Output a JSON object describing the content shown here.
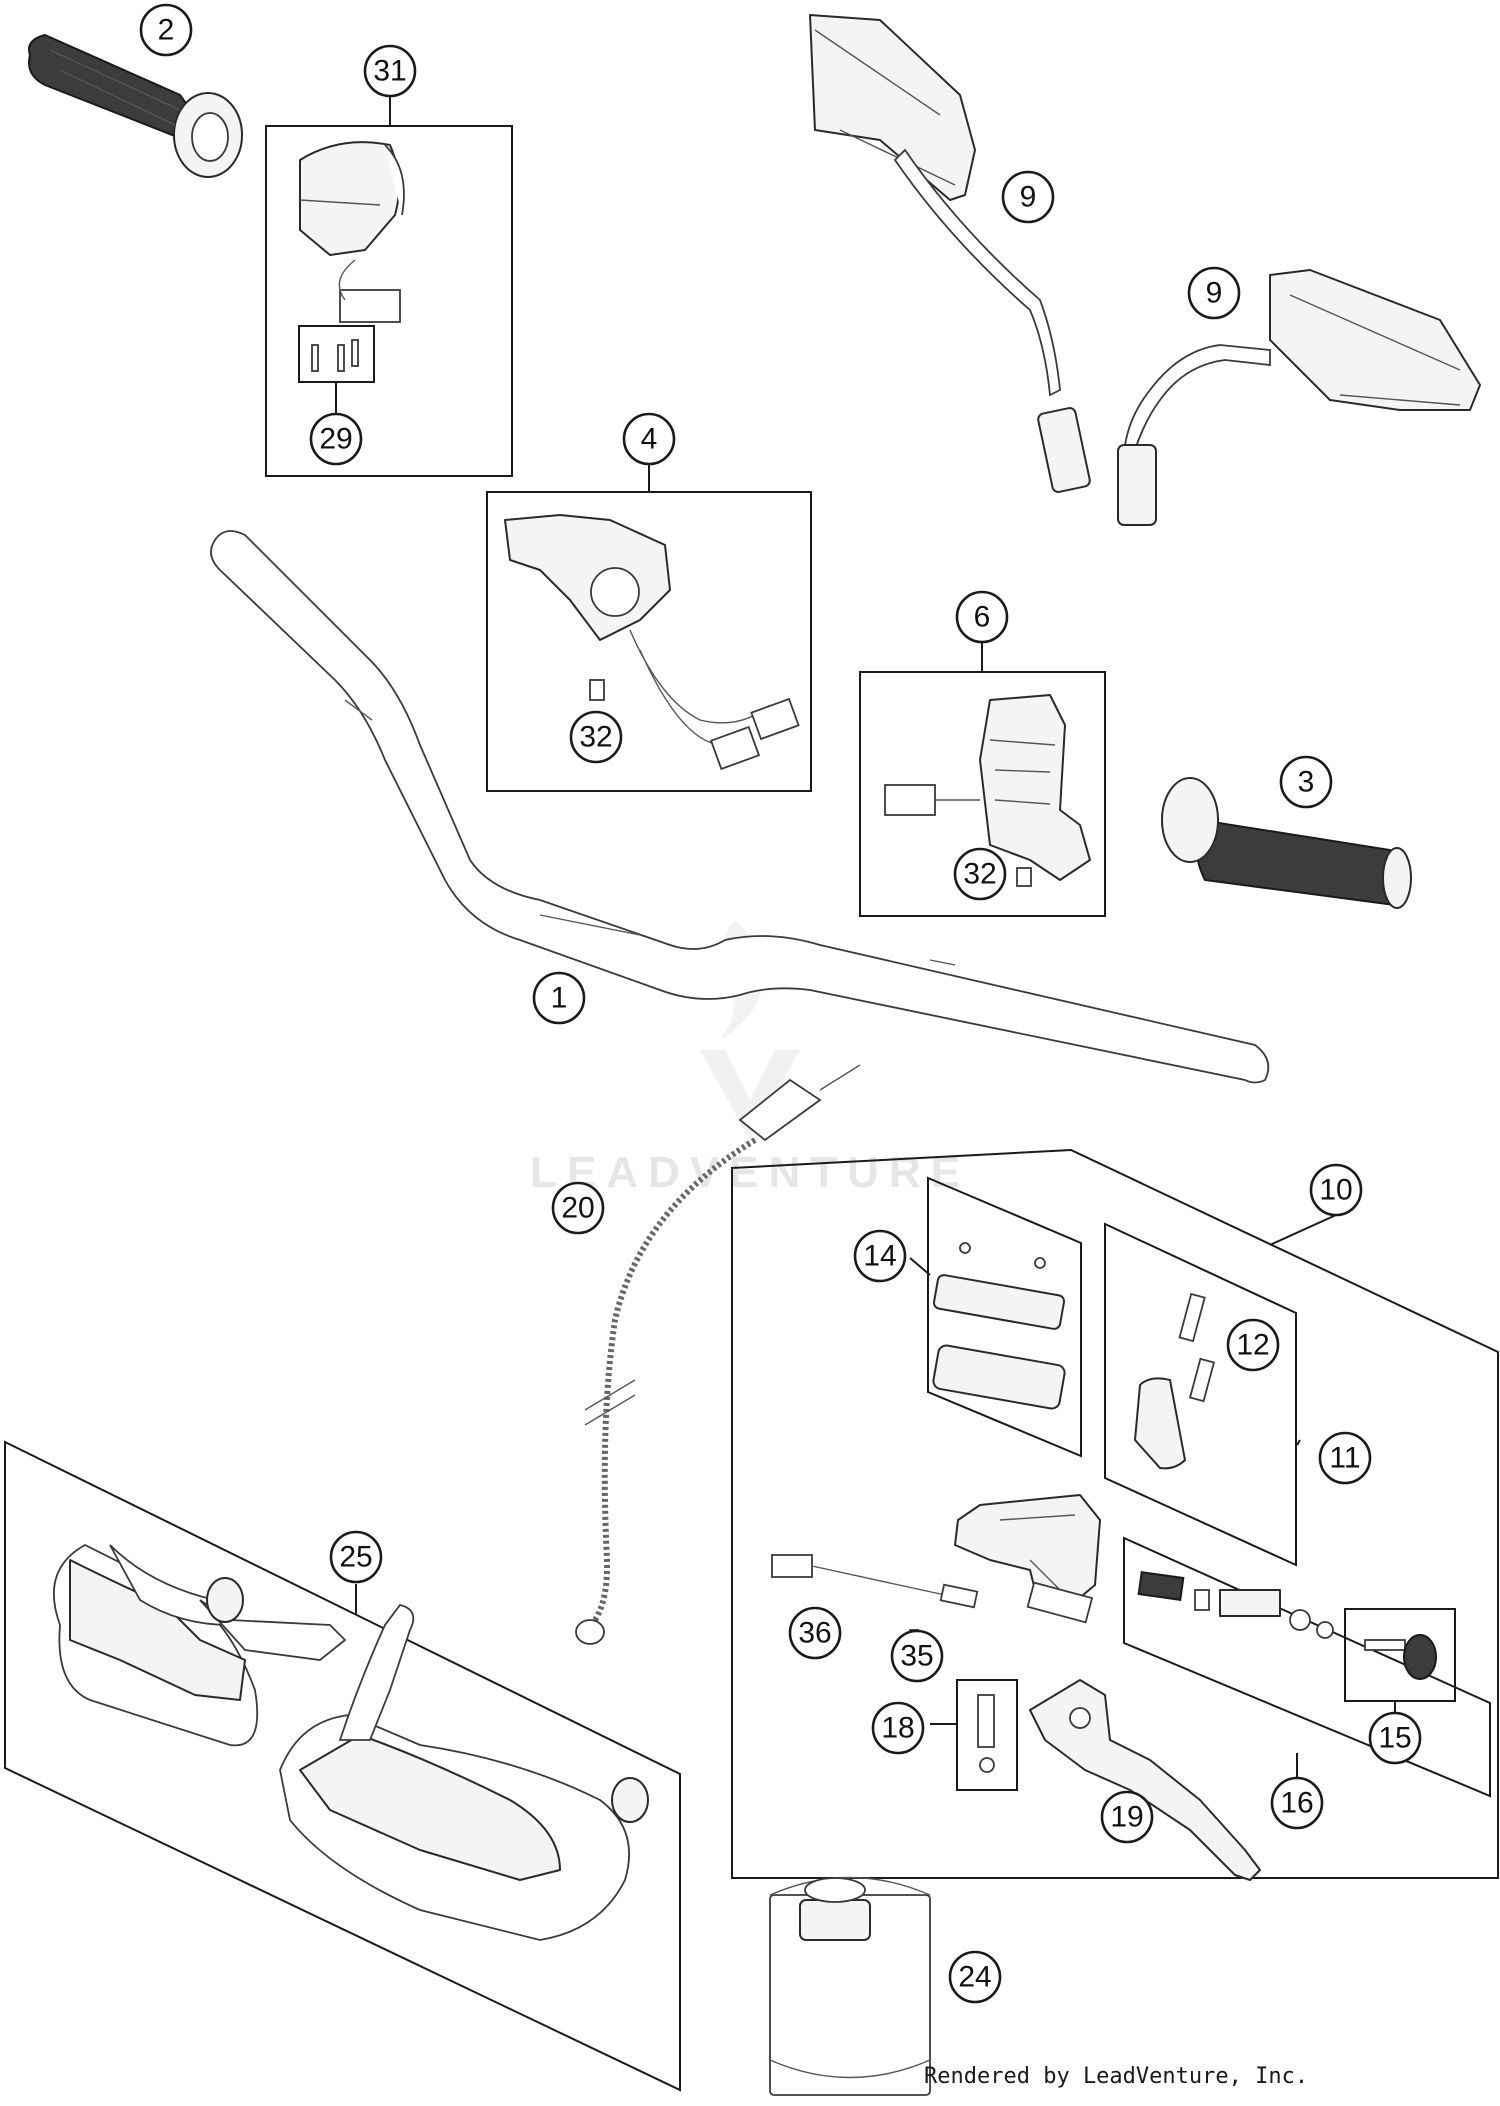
{
  "watermark": "LEADVENTURE",
  "credit": "Rendered by LeadVenture, Inc.",
  "callouts": [
    "2",
    "31",
    "29",
    "9",
    "9",
    "4",
    "32",
    "6",
    "3",
    "32",
    "1",
    "20",
    "10",
    "14",
    "12",
    "11",
    "25",
    "36",
    "35",
    "15",
    "18",
    "16",
    "19",
    "24"
  ]
}
